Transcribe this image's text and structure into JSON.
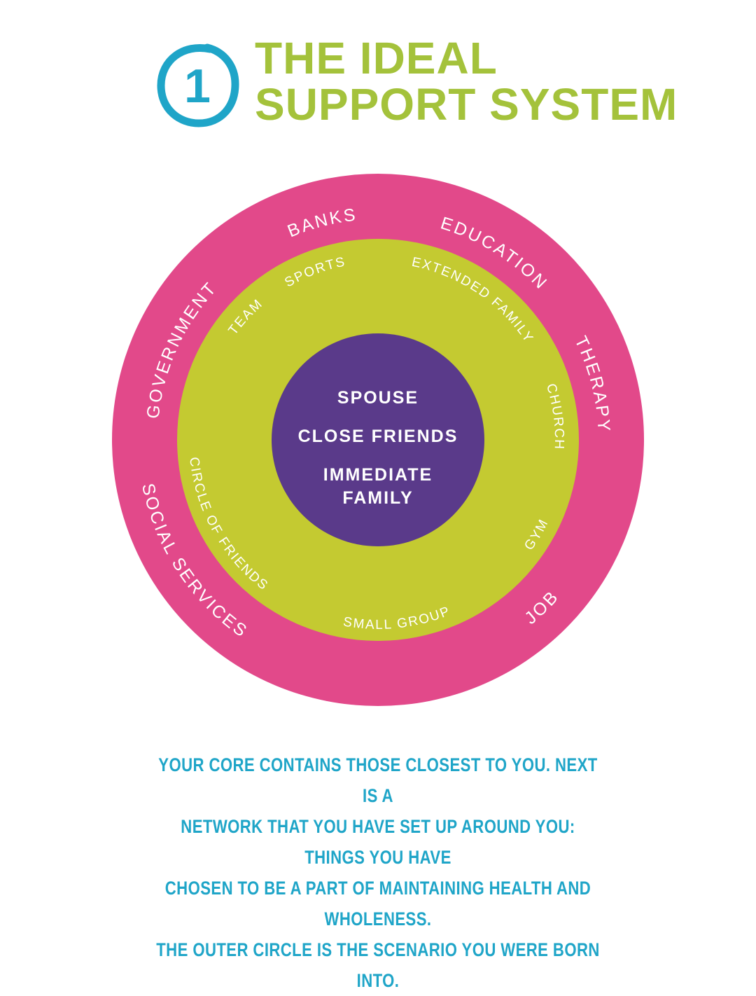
{
  "header": {
    "number": "1",
    "title_line1": "THE IDEAL",
    "title_line2": "SUPPORT SYSTEM"
  },
  "colors": {
    "outer_ring": "#e2498a",
    "middle_ring": "#c4ca31",
    "core": "#5a3a8a",
    "title": "#a4c23b",
    "badge": "#1fa5c8",
    "caption": "#1fa5c8"
  },
  "diagram": {
    "outer_ring": {
      "banks": "BANKS",
      "education": "EDUCATION",
      "government": "GOVERNMENT",
      "therapy": "THERAPY",
      "social_services": "SOCIAL SERVICES",
      "job": "JOB"
    },
    "middle_ring": {
      "sports": "SPORTS",
      "extended_family": "EXTENDED FAMILY",
      "team": "TEAM",
      "church": "CHURCH",
      "circle_of_friends": "CIRCLE OF FRIENDS",
      "gym": "GYM",
      "small_group": "SMALL GROUP"
    },
    "core": {
      "spouse": "SPOUSE",
      "close_friends": "CLOSE FRIENDS",
      "immediate": "IMMEDIATE",
      "family": "FAMILY"
    }
  },
  "caption": {
    "line1": "YOUR CORE CONTAINS THOSE CLOSEST TO YOU. NEXT IS A",
    "line2": "NETWORK THAT YOU HAVE SET UP AROUND YOU: THINGS YOU HAVE",
    "line3": "CHOSEN TO BE A PART OF MAINTAINING HEALTH AND WHOLENESS.",
    "line4": "THE OUTER CIRCLE IS THE SCENARIO YOU WERE BORN INTO."
  }
}
